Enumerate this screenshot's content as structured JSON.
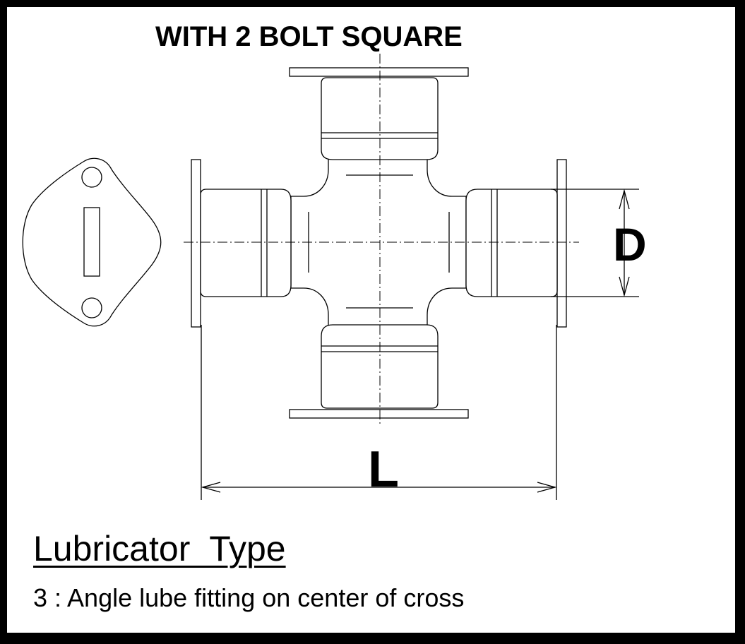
{
  "drawing": {
    "title": "WITH 2 BOLT SQUARE",
    "dimension_d": "D",
    "dimension_l": "L"
  },
  "lubricator": {
    "heading": "Lubricator  Type",
    "description": "3 : Angle lube fitting on center of cross"
  },
  "colors": {
    "frame": "#000000",
    "paper": "#ffffff",
    "ink": "#000000"
  }
}
